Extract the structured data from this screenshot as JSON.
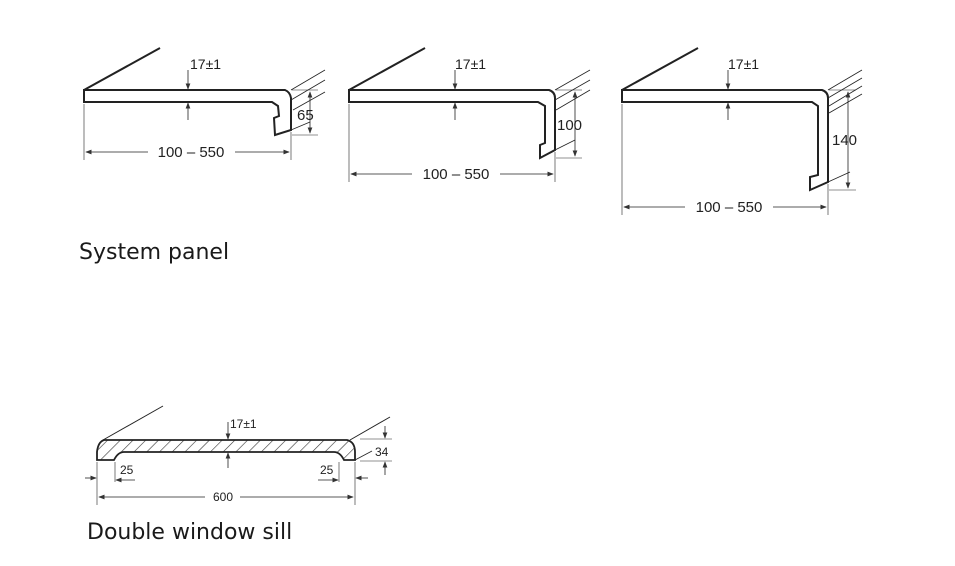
{
  "system_panel": {
    "title": "System panel",
    "profiles": [
      {
        "thickness": "17±1",
        "height": "65",
        "width": "100 – 550"
      },
      {
        "thickness": "17±1",
        "height": "100",
        "width": "100 – 550"
      },
      {
        "thickness": "17±1",
        "height": "140",
        "width": "100 – 550"
      }
    ]
  },
  "double_window_sill": {
    "title": "Double window sill",
    "thickness": "17±1",
    "height": "34",
    "left_edge": "25",
    "right_edge": "25",
    "width": "600"
  }
}
